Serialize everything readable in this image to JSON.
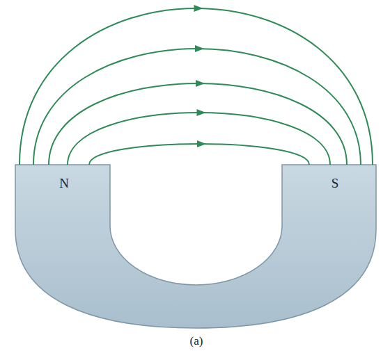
{
  "diagram": {
    "caption": "(a)",
    "labels": [
      "N",
      "S"
    ]
  }
}
